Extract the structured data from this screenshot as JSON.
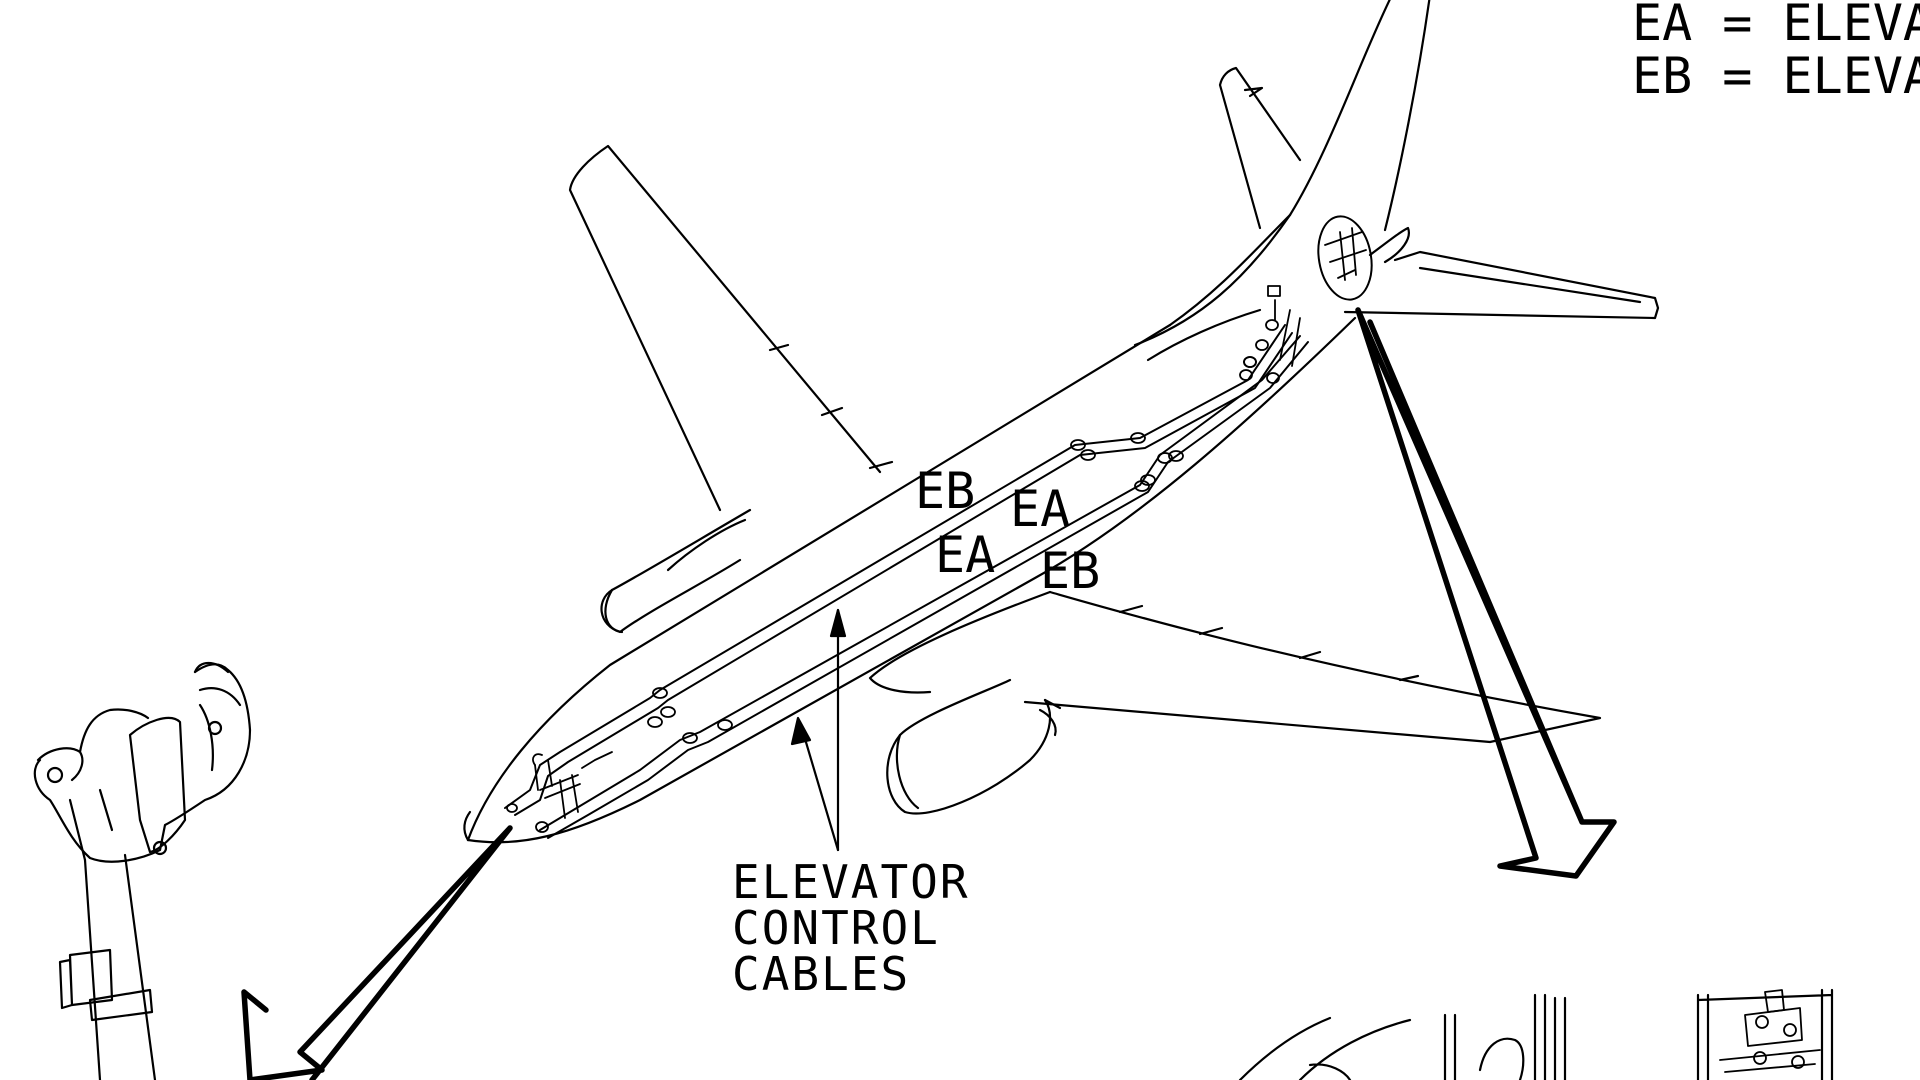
{
  "legend": {
    "ea_line": "EA = ELEVA",
    "eb_line": "EB = ELEVA"
  },
  "cable_labels": {
    "eb_upper": "EB",
    "ea_upper": "EA",
    "ea_lower": "EA",
    "eb_lower": "EB"
  },
  "callout": {
    "line1": "ELEVATOR",
    "line2": "CONTROL",
    "line3": "CABLES"
  },
  "colors": {
    "ink": "#000000",
    "paper": "#ffffff"
  }
}
